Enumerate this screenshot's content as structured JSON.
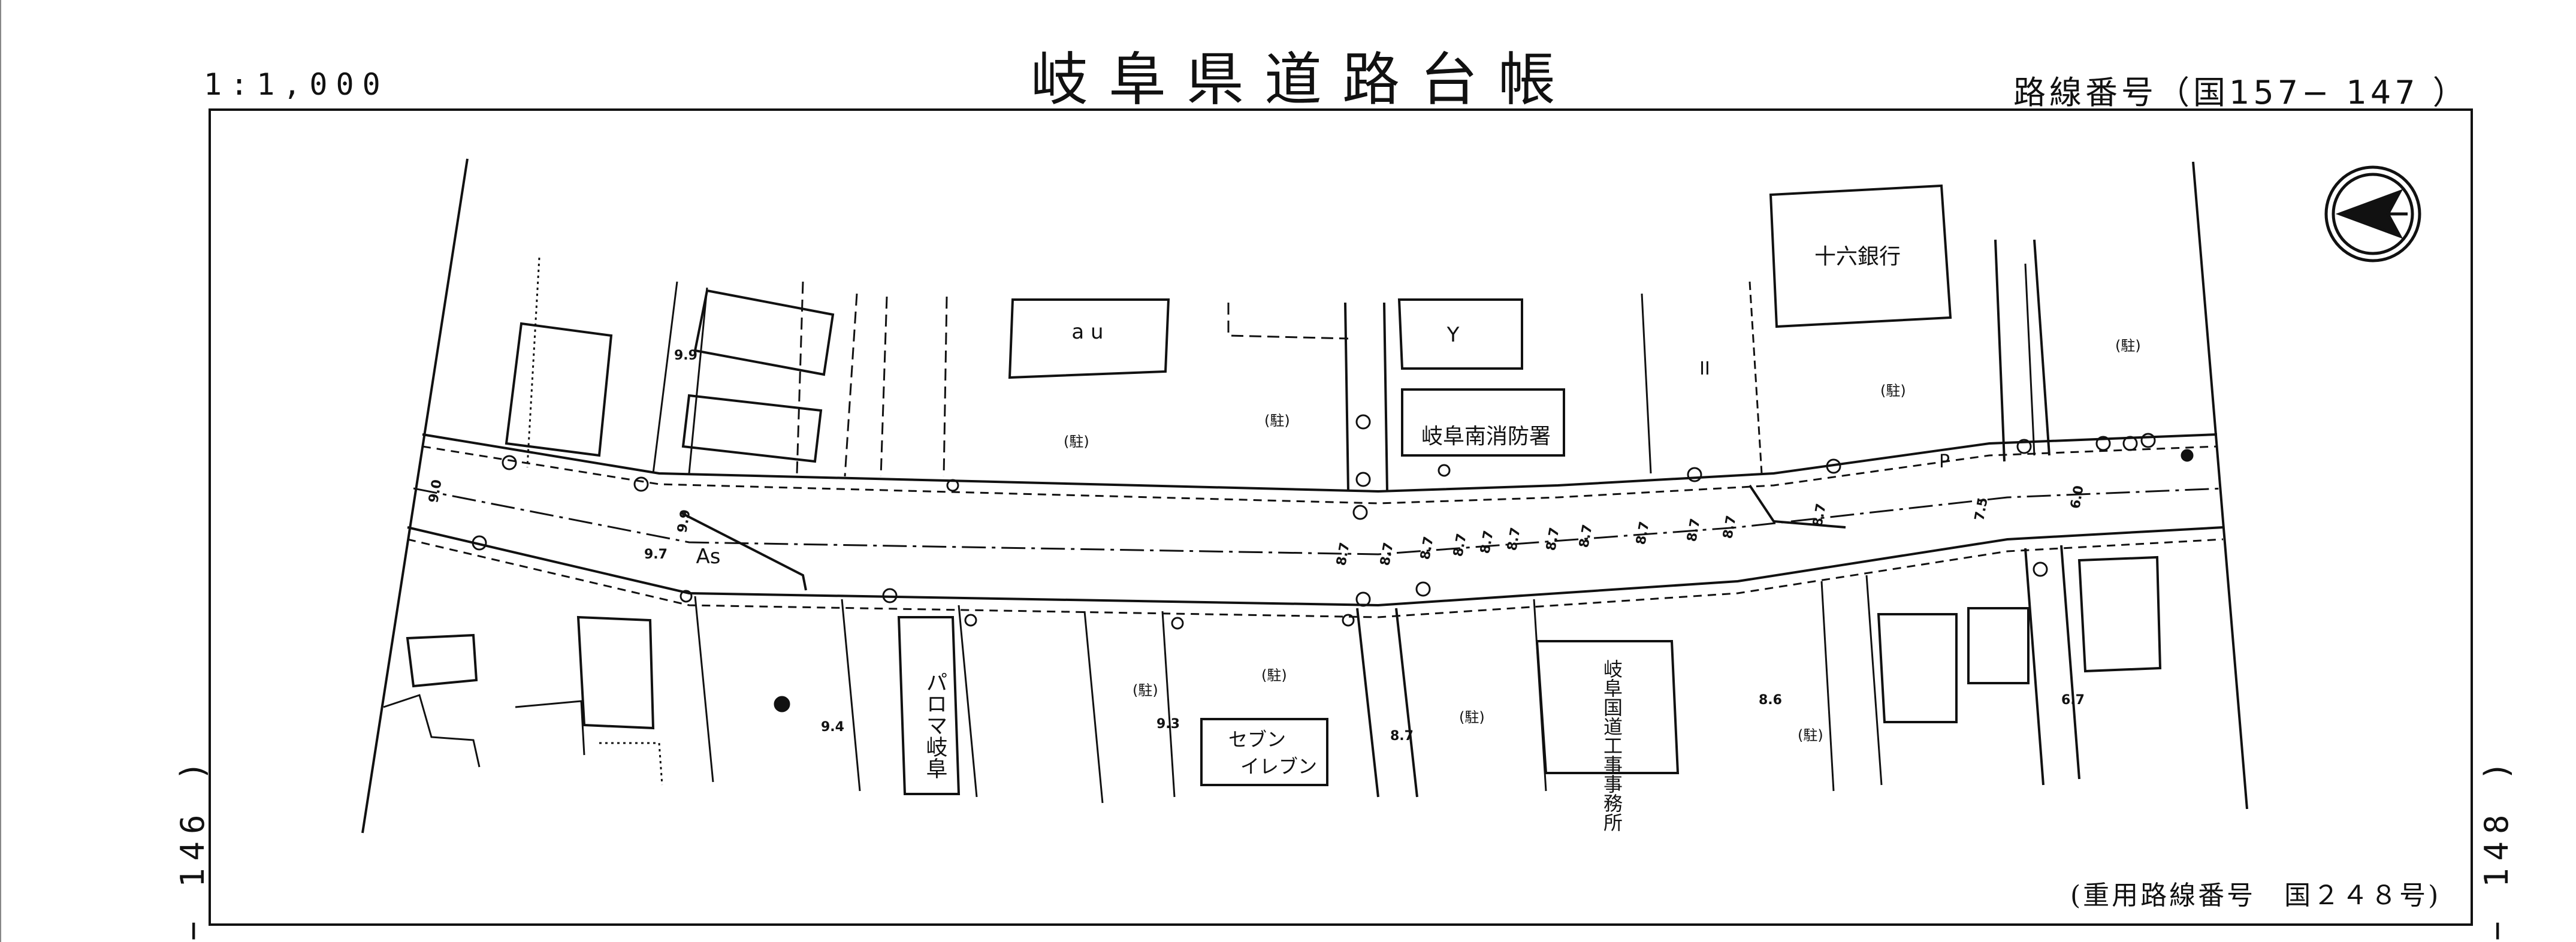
{
  "header": {
    "title": "岐阜県道路台帳",
    "scale": "1:1,000",
    "route_number": "路線番号（国157− 147 ）"
  },
  "sheet_links": {
    "left": "− 146 )",
    "right": "− 148 )"
  },
  "footer": {
    "alternate_route": "(重用路線番号　国２４８号)"
  },
  "map_labels": {
    "au": "a u",
    "bank": "十六銀行",
    "fire_station": "岐阜南消防署",
    "paloma": "パロマ岐阜",
    "seven_eleven_1": "セブン",
    "seven_eleven_2": "イレブン",
    "national_road_office": "岐阜国道工事事務所",
    "parking": "(駐)",
    "asphalt": "As",
    "parking_p": "P",
    "post_y": "Y",
    "dash_ii": "II"
  },
  "elevations": [
    "9.0",
    "9.9",
    "9.7",
    "9.9",
    "9.4",
    "9.3",
    "8.7",
    "8.7",
    "8.7",
    "8.7",
    "8.7",
    "8.7",
    "8.7",
    "8.7",
    "8.7",
    "8.7",
    "8.7",
    "8.7",
    "8.6",
    "8.7",
    "7.5",
    "6.0",
    "6.7"
  ],
  "north_arrow": "north-arrow-icon"
}
